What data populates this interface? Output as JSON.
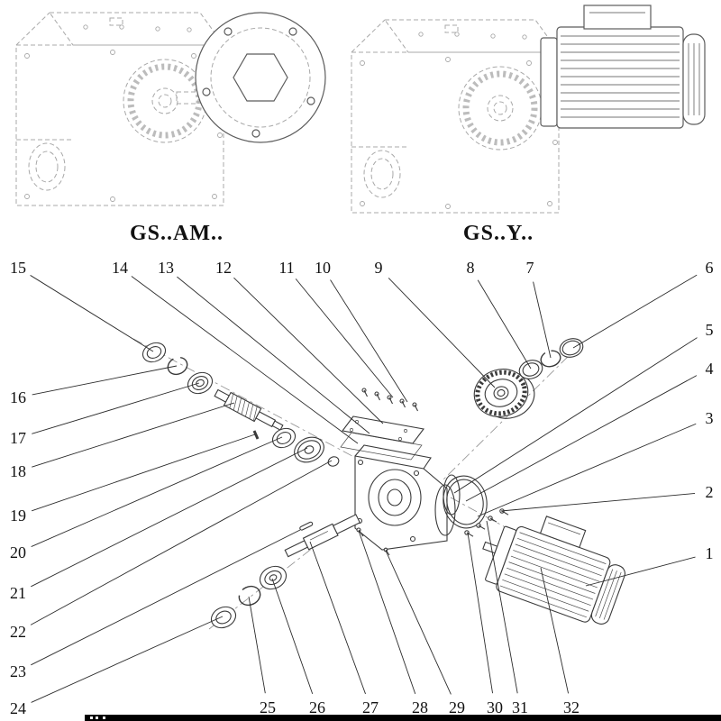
{
  "models": {
    "left_label": "GS..AM..",
    "right_label": "GS..Y.."
  },
  "colors": {
    "ink": "#2b2b2b",
    "ghost": "#a8a8a8",
    "background": "#ffffff"
  },
  "callouts": [
    {
      "n": "1",
      "label": [
        787,
        614
      ],
      "target": [
        650,
        650
      ]
    },
    {
      "n": "2",
      "label": [
        787,
        546
      ],
      "target": [
        556,
        567
      ]
    },
    {
      "n": "3",
      "label": [
        787,
        464
      ],
      "target": [
        530,
        573
      ]
    },
    {
      "n": "4",
      "label": [
        787,
        409
      ],
      "target": [
        517,
        556
      ]
    },
    {
      "n": "5",
      "label": [
        787,
        366
      ],
      "target": [
        504,
        547
      ]
    },
    {
      "n": "6",
      "label": [
        787,
        297
      ],
      "target": [
        636,
        386
      ]
    },
    {
      "n": "7",
      "label": [
        588,
        297
      ],
      "target": [
        611,
        397
      ]
    },
    {
      "n": "8",
      "label": [
        522,
        297
      ],
      "target": [
        589,
        409
      ]
    },
    {
      "n": "9",
      "label": [
        420,
        297
      ],
      "target": [
        549,
        430
      ]
    },
    {
      "n": "10",
      "label": [
        358,
        297
      ],
      "target": [
        452,
        446
      ]
    },
    {
      "n": "11",
      "label": [
        318,
        297
      ],
      "target": [
        436,
        441
      ]
    },
    {
      "n": "12",
      "label": [
        248,
        297
      ],
      "target": [
        425,
        470
      ]
    },
    {
      "n": "13",
      "label": [
        184,
        297
      ],
      "target": [
        410,
        481
      ]
    },
    {
      "n": "14",
      "label": [
        133,
        297
      ],
      "target": [
        397,
        492
      ]
    },
    {
      "n": "15",
      "label": [
        20,
        297
      ],
      "target": [
        170,
        390
      ]
    },
    {
      "n": "16",
      "label": [
        20,
        441
      ],
      "target": [
        196,
        406
      ]
    },
    {
      "n": "17",
      "label": [
        20,
        486
      ],
      "target": [
        221,
        425
      ]
    },
    {
      "n": "18",
      "label": [
        20,
        523
      ],
      "target": [
        260,
        447
      ]
    },
    {
      "n": "19",
      "label": [
        20,
        572
      ],
      "target": [
        283,
        482
      ]
    },
    {
      "n": "20",
      "label": [
        20,
        613
      ],
      "target": [
        313,
        485
      ]
    },
    {
      "n": "21",
      "label": [
        20,
        658
      ],
      "target": [
        341,
        497
      ]
    },
    {
      "n": "22",
      "label": [
        20,
        701
      ],
      "target": [
        368,
        511
      ]
    },
    {
      "n": "23",
      "label": [
        20,
        745
      ],
      "target": [
        333,
        588
      ]
    },
    {
      "n": "24",
      "label": [
        20,
        786
      ],
      "target": [
        247,
        684
      ]
    },
    {
      "n": "25",
      "label": [
        297,
        785
      ],
      "target": [
        276,
        662
      ]
    },
    {
      "n": "26",
      "label": [
        352,
        785
      ],
      "target": [
        302,
        642
      ]
    },
    {
      "n": "27",
      "label": [
        411,
        785
      ],
      "target": [
        344,
        601
      ]
    },
    {
      "n": "28",
      "label": [
        466,
        785
      ],
      "target": [
        398,
        589
      ]
    },
    {
      "n": "29",
      "label": [
        507,
        785
      ],
      "target": [
        428,
        611
      ]
    },
    {
      "n": "30",
      "label": [
        549,
        785
      ],
      "target": [
        519,
        591
      ]
    },
    {
      "n": "31",
      "label": [
        577,
        785
      ],
      "target": [
        540,
        578
      ]
    },
    {
      "n": "32",
      "label": [
        634,
        785
      ],
      "target": [
        600,
        630
      ]
    }
  ]
}
